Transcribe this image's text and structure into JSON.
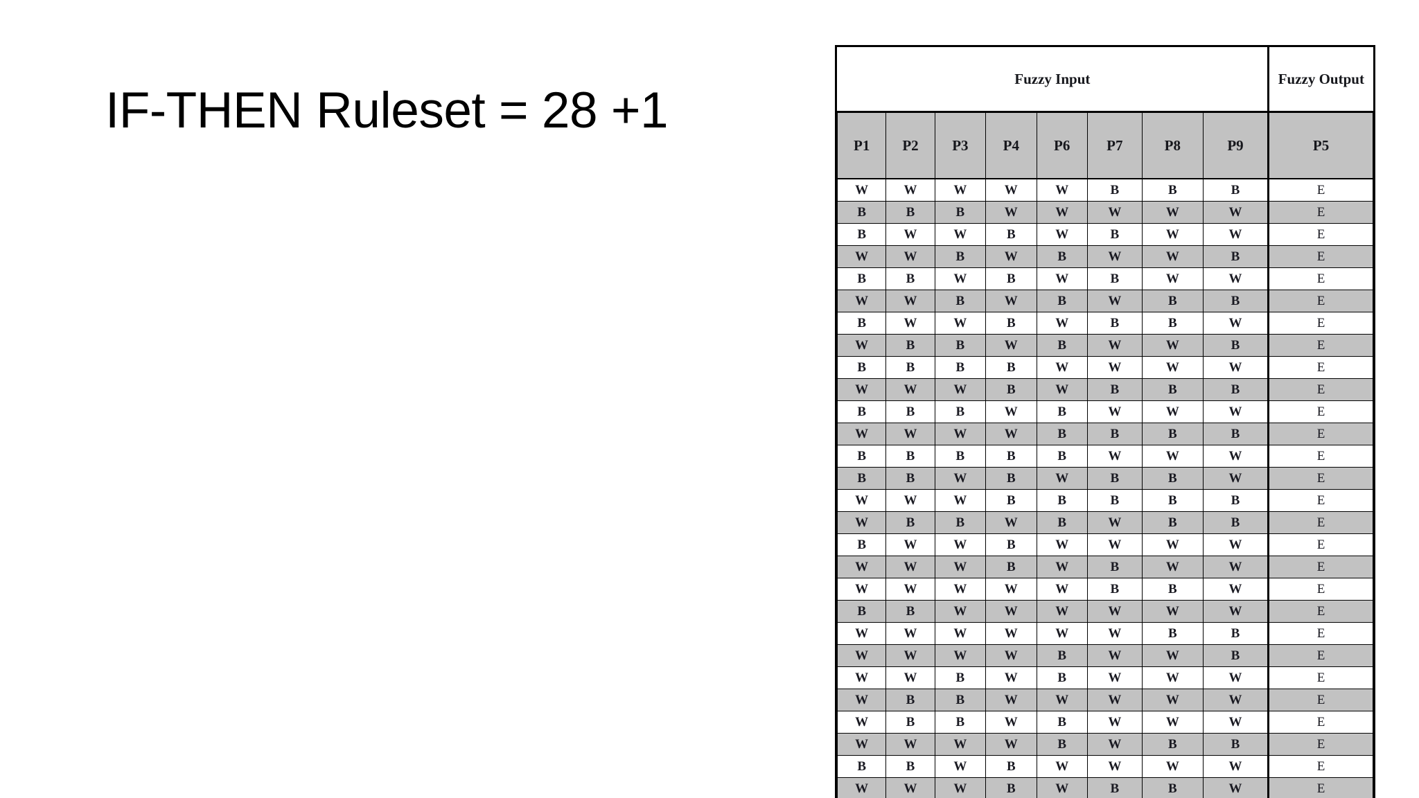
{
  "slide": {
    "title": "IF-THEN Ruleset = 28 +1"
  },
  "table": {
    "group_headers": [
      {
        "label": "Fuzzy Input",
        "span": 8
      },
      {
        "label": "Fuzzy Output",
        "span": 1
      }
    ],
    "columns": [
      "P1",
      "P2",
      "P3",
      "P4",
      "P6",
      "P7",
      "P8",
      "P9"
    ],
    "output_column": "P5",
    "colors": {
      "row_shade": "#c2c2c2",
      "row_plain": "#ffffff",
      "border": "#000000",
      "text": "#16171c"
    },
    "rows": [
      {
        "inputs": [
          "W",
          "W",
          "W",
          "W",
          "W",
          "B",
          "B",
          "B"
        ],
        "output": "E"
      },
      {
        "inputs": [
          "B",
          "B",
          "B",
          "W",
          "W",
          "W",
          "W",
          "W"
        ],
        "output": "E"
      },
      {
        "inputs": [
          "B",
          "W",
          "W",
          "B",
          "W",
          "B",
          "W",
          "W"
        ],
        "output": "E"
      },
      {
        "inputs": [
          "W",
          "W",
          "B",
          "W",
          "B",
          "W",
          "W",
          "B"
        ],
        "output": "E"
      },
      {
        "inputs": [
          "B",
          "B",
          "W",
          "B",
          "W",
          "B",
          "W",
          "W"
        ],
        "output": "E"
      },
      {
        "inputs": [
          "W",
          "W",
          "B",
          "W",
          "B",
          "W",
          "B",
          "B"
        ],
        "output": "E"
      },
      {
        "inputs": [
          "B",
          "W",
          "W",
          "B",
          "W",
          "B",
          "B",
          "W"
        ],
        "output": "E"
      },
      {
        "inputs": [
          "W",
          "B",
          "B",
          "W",
          "B",
          "W",
          "W",
          "B"
        ],
        "output": "E"
      },
      {
        "inputs": [
          "B",
          "B",
          "B",
          "B",
          "W",
          "W",
          "W",
          "W"
        ],
        "output": "E"
      },
      {
        "inputs": [
          "W",
          "W",
          "W",
          "B",
          "W",
          "B",
          "B",
          "B"
        ],
        "output": "E"
      },
      {
        "inputs": [
          "B",
          "B",
          "B",
          "W",
          "B",
          "W",
          "W",
          "W"
        ],
        "output": "E"
      },
      {
        "inputs": [
          "W",
          "W",
          "W",
          "W",
          "B",
          "B",
          "B",
          "B"
        ],
        "output": "E"
      },
      {
        "inputs": [
          "B",
          "B",
          "B",
          "B",
          "B",
          "W",
          "W",
          "W"
        ],
        "output": "E"
      },
      {
        "inputs": [
          "B",
          "B",
          "W",
          "B",
          "W",
          "B",
          "B",
          "W"
        ],
        "output": "E"
      },
      {
        "inputs": [
          "W",
          "W",
          "W",
          "B",
          "B",
          "B",
          "B",
          "B"
        ],
        "output": "E"
      },
      {
        "inputs": [
          "W",
          "B",
          "B",
          "W",
          "B",
          "W",
          "B",
          "B"
        ],
        "output": "E"
      },
      {
        "inputs": [
          "B",
          "W",
          "W",
          "B",
          "W",
          "W",
          "W",
          "W"
        ],
        "output": "E"
      },
      {
        "inputs": [
          "W",
          "W",
          "W",
          "B",
          "W",
          "B",
          "W",
          "W"
        ],
        "output": "E"
      },
      {
        "inputs": [
          "W",
          "W",
          "W",
          "W",
          "W",
          "B",
          "B",
          "W"
        ],
        "output": "E"
      },
      {
        "inputs": [
          "B",
          "B",
          "W",
          "W",
          "W",
          "W",
          "W",
          "W"
        ],
        "output": "E"
      },
      {
        "inputs": [
          "W",
          "W",
          "W",
          "W",
          "W",
          "W",
          "B",
          "B"
        ],
        "output": "E"
      },
      {
        "inputs": [
          "W",
          "W",
          "W",
          "W",
          "B",
          "W",
          "W",
          "B"
        ],
        "output": "E"
      },
      {
        "inputs": [
          "W",
          "W",
          "B",
          "W",
          "B",
          "W",
          "W",
          "W"
        ],
        "output": "E"
      },
      {
        "inputs": [
          "W",
          "B",
          "B",
          "W",
          "W",
          "W",
          "W",
          "W"
        ],
        "output": "E"
      },
      {
        "inputs": [
          "W",
          "B",
          "B",
          "W",
          "B",
          "W",
          "W",
          "W"
        ],
        "output": "E"
      },
      {
        "inputs": [
          "W",
          "W",
          "W",
          "W",
          "B",
          "W",
          "B",
          "B"
        ],
        "output": "E"
      },
      {
        "inputs": [
          "B",
          "B",
          "W",
          "B",
          "W",
          "W",
          "W",
          "W"
        ],
        "output": "E"
      },
      {
        "inputs": [
          "W",
          "W",
          "W",
          "B",
          "W",
          "B",
          "B",
          "W"
        ],
        "output": "E"
      }
    ]
  }
}
